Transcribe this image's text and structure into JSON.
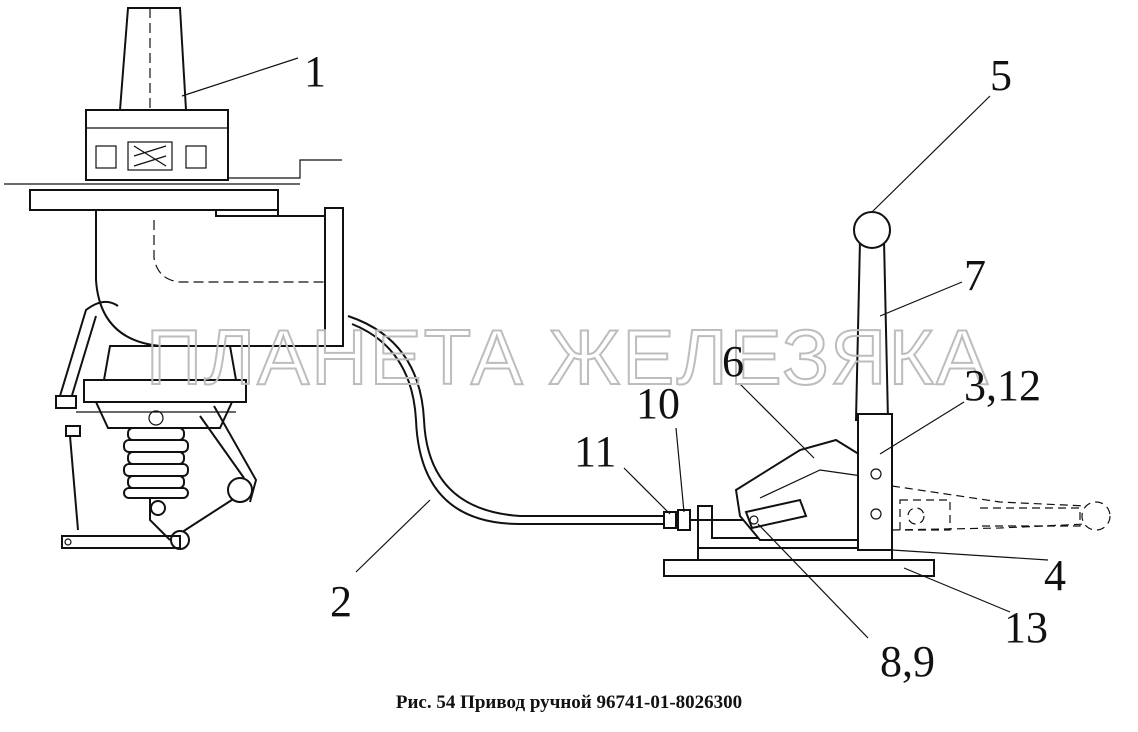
{
  "caption": "Рис. 54 Привод ручной  96741-01-8026300",
  "watermark": "ПЛАНЕТА ЖЕЛЕЗЯКА",
  "callouts": {
    "c1": "1",
    "c2": "2",
    "c3_12": "3,12",
    "c4": "4",
    "c5": "5",
    "c6": "6",
    "c7": "7",
    "c8_9": "8,9",
    "c10": "10",
    "c11": "11",
    "c13": "13"
  }
}
